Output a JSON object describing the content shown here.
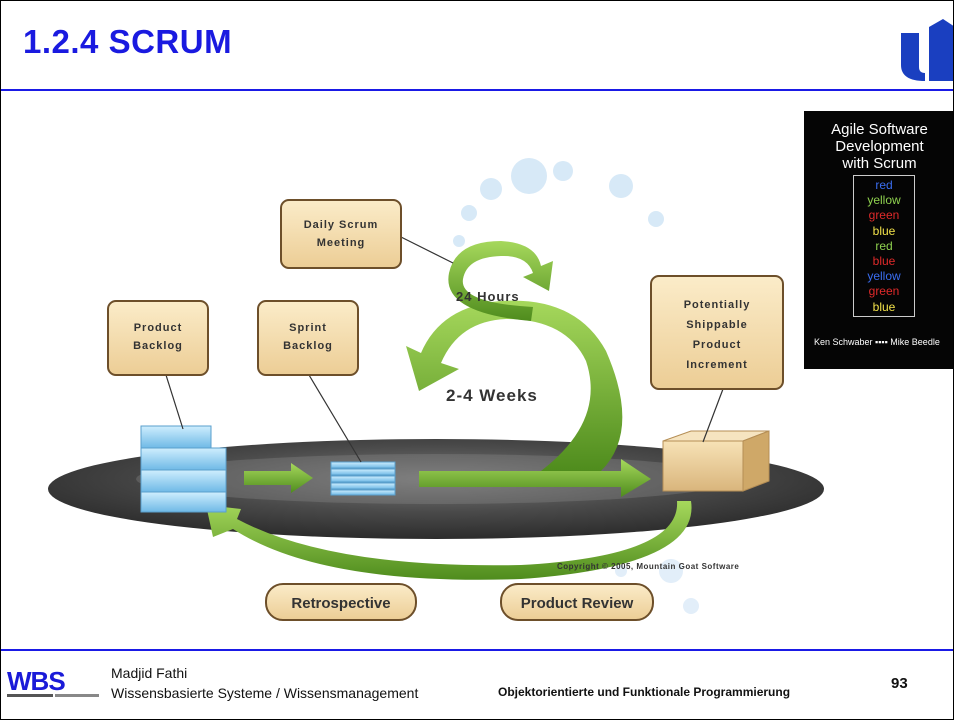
{
  "slide": {
    "title": "1.2.4 SCRUM",
    "page_number": "93"
  },
  "diagram": {
    "daily_scrum": [
      "Daily Scrum",
      "Meeting"
    ],
    "product_backlog": [
      "Product",
      "Backlog"
    ],
    "sprint_backlog": [
      "Sprint",
      "Backlog"
    ],
    "increment": [
      "Potentially",
      "Shippable",
      "Product",
      "Increment"
    ],
    "hours_label": "24 Hours",
    "weeks_label": "2-4 Weeks",
    "copyright": "Copyright © 2005, Mountain Goat Software",
    "retrospective": "Retrospective",
    "product_review": "Product Review"
  },
  "book": {
    "title_lines": [
      "Agile Software",
      "Development",
      "with Scrum"
    ],
    "color_words": [
      {
        "word": "red",
        "color": "#3a6df0"
      },
      {
        "word": "yellow",
        "color": "#8fd14f"
      },
      {
        "word": "green",
        "color": "#e02a2a"
      },
      {
        "word": "blue",
        "color": "#f2e24a"
      },
      {
        "word": "red",
        "color": "#8fd14f"
      },
      {
        "word": "blue",
        "color": "#e02a2a"
      },
      {
        "word": "yellow",
        "color": "#3a6df0"
      },
      {
        "word": "green",
        "color": "#e02a2a"
      },
      {
        "word": "blue",
        "color": "#f2e24a"
      }
    ],
    "authors": "Ken Schwaber ▪▪▪▪ Mike Beedle"
  },
  "footer": {
    "logo": "WBS",
    "author": "Madjid Fathi",
    "department": "Wissensbasierte Systeme / Wissensmanagement",
    "course": "Objektorientierte und Funktionale Programmierung"
  },
  "colors": {
    "title_blue": "#1a1ae0",
    "arrow_green": "#6fae2b",
    "box_fill": "#f6dfb4",
    "box_border": "#7a5a32"
  }
}
